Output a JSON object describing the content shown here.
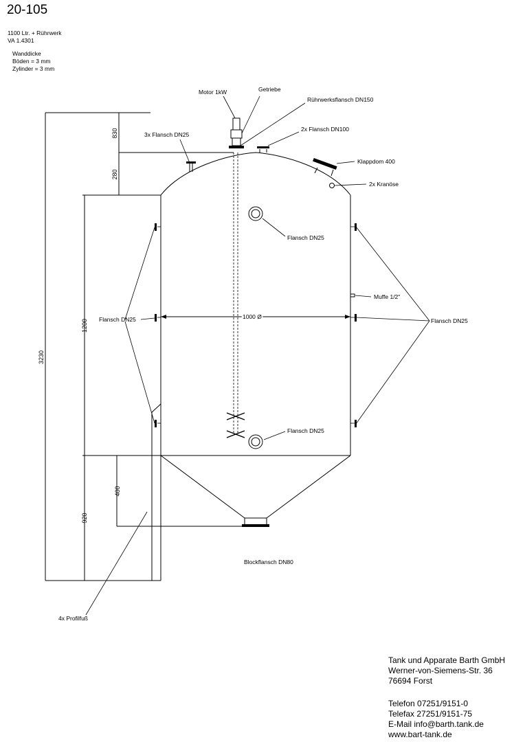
{
  "header": {
    "drawing_number": "20-105",
    "spec_lines": [
      "1100 Ltr. + Rührwerk",
      "VA 1.4301"
    ],
    "wall_lines": [
      "Wanddicke",
      "Böden = 3 mm",
      "Zylinder = 3 mm"
    ]
  },
  "labels": {
    "motor": "Motor 1kW",
    "gearbox": "Getriebe",
    "agitator_flange": "Rührwerksflansch DN150",
    "flange_dn25_x3": "3x Flansch DN25",
    "flange_dn100_x2": "2x Flansch DN100",
    "manhole": "Klappdom 400",
    "crane_eyes": "2x Kranöse",
    "flange_dn25_top": "Flansch DN25",
    "socket": "Muffe 1/2\"",
    "flange_dn25_left": "Flansch DN25",
    "flange_dn25_right": "Flansch DN25",
    "diameter": "1000 Ø",
    "flange_dn25_bottom": "Flansch DN25",
    "block_flange": "Blockflansch DN80",
    "legs": "4x Profilfuß"
  },
  "dimensions": {
    "total_height": "3230",
    "top_upper": "830",
    "top_lower": "280",
    "cylinder": "1200",
    "cone": "920",
    "cone_inner": "400"
  },
  "company": {
    "name": "Tank und Apparate Barth GmbH",
    "street": "Werner-von-Siemens-Str. 36",
    "city": "76694 Forst",
    "phone": "Telefon 07251/9151-0",
    "fax": "Telefax 27251/9151-75",
    "email": "E-Mail info@barth.tank.de",
    "web": "www.bart-tank.de"
  }
}
